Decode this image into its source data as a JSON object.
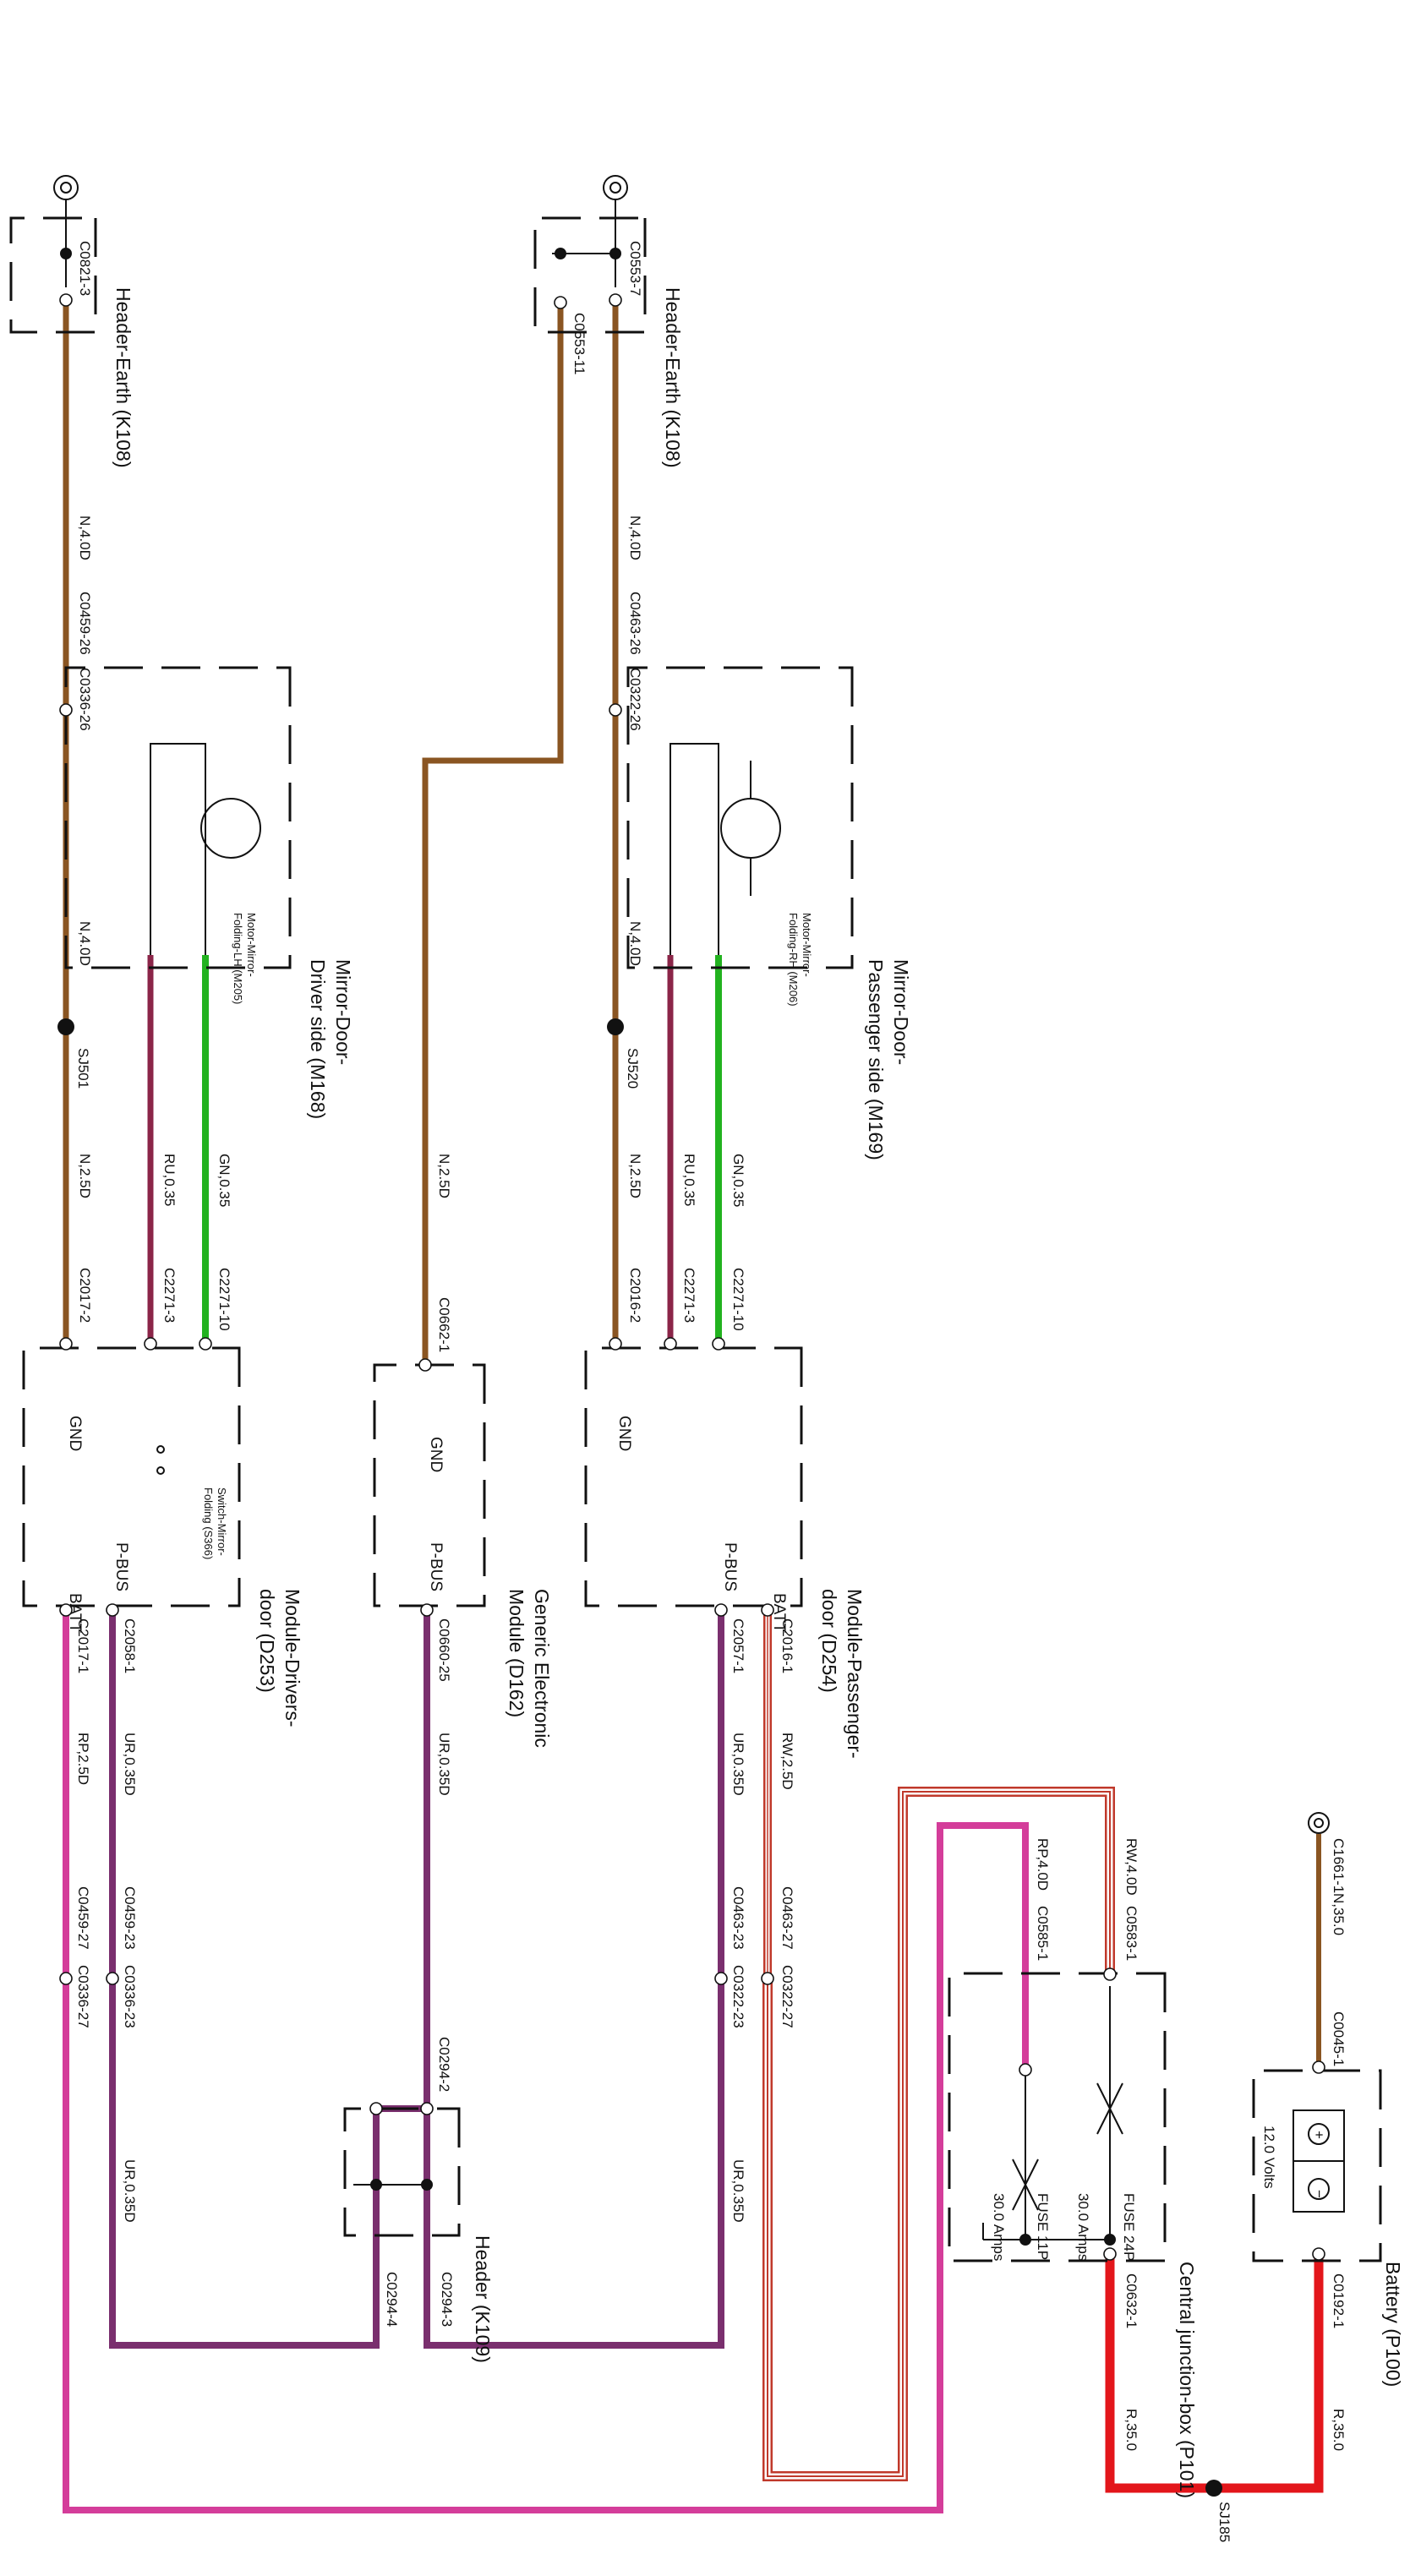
{
  "title": "",
  "components": {
    "battery": {
      "name": "Battery (P100)",
      "rating": "12.0 Volts"
    },
    "cjb": {
      "name": "Central junction-box (P101)",
      "fuse1": "FUSE 24P",
      "fuse1_rating": "30.0 Amps",
      "fuse2": "FUSE 11P",
      "fuse2_rating": "30.0 Amps"
    },
    "header_k109": {
      "name": "Header (K109)"
    },
    "header_earth_top": {
      "name": "Header-Earth (K108)"
    },
    "header_earth_bottom": {
      "name": "Header-Earth (K108)"
    },
    "mirror_pass": {
      "name_line1": "Mirror-Door-",
      "name_line2": "Passenger side (M169)",
      "motor_line1": "Motor-Mirror-",
      "motor_line2": "Folding-RH (M206)"
    },
    "mirror_drv": {
      "name_line1": "Mirror-Door-",
      "name_line2": "Driver side (M168)",
      "motor_line1": "Motor-Mirror-",
      "motor_line2": "Folding-LH (M205)"
    },
    "module_pass": {
      "name_line1": "Module-Passenger-",
      "name_line2": "door (D254)",
      "pin_batt": "BATT",
      "pin_pbus": "P-BUS",
      "pin_gnd": "GND"
    },
    "gem": {
      "name_line1": "Generic Electronic",
      "name_line2": "Module (D162)",
      "pin_pbus": "P-BUS",
      "pin_gnd": "GND"
    },
    "module_drv": {
      "name_line1": "Module-Drivers-",
      "name_line2": "door (D253)",
      "switch_line1": "Switch-Mirror-",
      "switch_line2": "Folding (S366)",
      "pin_pbus": "P-BUS",
      "pin_batt": "BATT",
      "pin_gnd": "GND"
    }
  },
  "connectors": {
    "c1661_1": "C1661-1",
    "c0045_1": "C0045-1",
    "c0192_1": "C0192-1",
    "c0583_1": "C0583-1",
    "c0585_1": "C0585-1",
    "c0632_1": "C0632-1",
    "c0463_27": "C0463-27",
    "c0322_27": "C0322-27",
    "c0463_23": "C0463-23",
    "c0322_23": "C0322-23",
    "c2016_1": "C2016-1",
    "c2057_1": "C2057-1",
    "c0660_25": "C0660-25",
    "c0662_1": "C0662-1",
    "c0294_2": "C0294-2",
    "c0294_3": "C0294-3",
    "c0294_4": "C0294-4",
    "c0459_23": "C0459-23",
    "c0336_23": "C0336-23",
    "c0459_27": "C0459-27",
    "c0336_27": "C0336-27",
    "c2058_1": "C2058-1",
    "c2017_1": "C2017-1",
    "c2271_10_p": "C2271-10",
    "c2271_3_p": "C2271-3",
    "c2016_2": "C2016-2",
    "c0322_26": "C0322-26",
    "c0463_26": "C0463-26",
    "c0553_7": "C0553-7",
    "c0553_11": "C0553-11",
    "c2271_10_d": "C2271-10",
    "c2271_3_d": "C2271-3",
    "c2017_2": "C2017-2",
    "c0336_26": "C0336-26",
    "c0459_26": "C0459-26",
    "c0821_3": "C0821-3"
  },
  "splices": {
    "sj185": "SJ185",
    "sj520": "SJ520",
    "sj501": "SJ501"
  },
  "wires": {
    "n35": "N,35.0",
    "r35_bat": "R,35.0",
    "r35_cjb": "R,35.0",
    "rw40": "RW,4.0D",
    "rp40": "RP,4.0D",
    "rw25": "RW,2.5D",
    "ur035_a": "UR,0.35D",
    "ur035_b": "UR,0.35D",
    "ur035_gem": "UR,0.35D",
    "ur035_c": "UR,0.35D",
    "ur035_d": "UR,0.35D",
    "rp25": "RP,2.5D",
    "gn035_p": "GN,0.35",
    "ru035_p": "RU,0.35",
    "n25_p": "N,2.5D",
    "n40d_p1": "N,4.0D",
    "n40d_p2": "N,4.0D",
    "n25_gem": "N,2.5D",
    "gn035_d": "GN,0.35",
    "ru035_d": "RU,0.35",
    "n25_d": "N,2.5D",
    "n40d_d1": "N,4.0D",
    "n40d_d2": "N,4.0D"
  },
  "colors": {
    "red": "#e3161b",
    "brown": "#8a5522",
    "purple": "#7a2f6e",
    "pink": "#d43d9a",
    "green": "#22b21f",
    "maroon": "#8b2548",
    "rw_stripe": "#c0392b"
  }
}
